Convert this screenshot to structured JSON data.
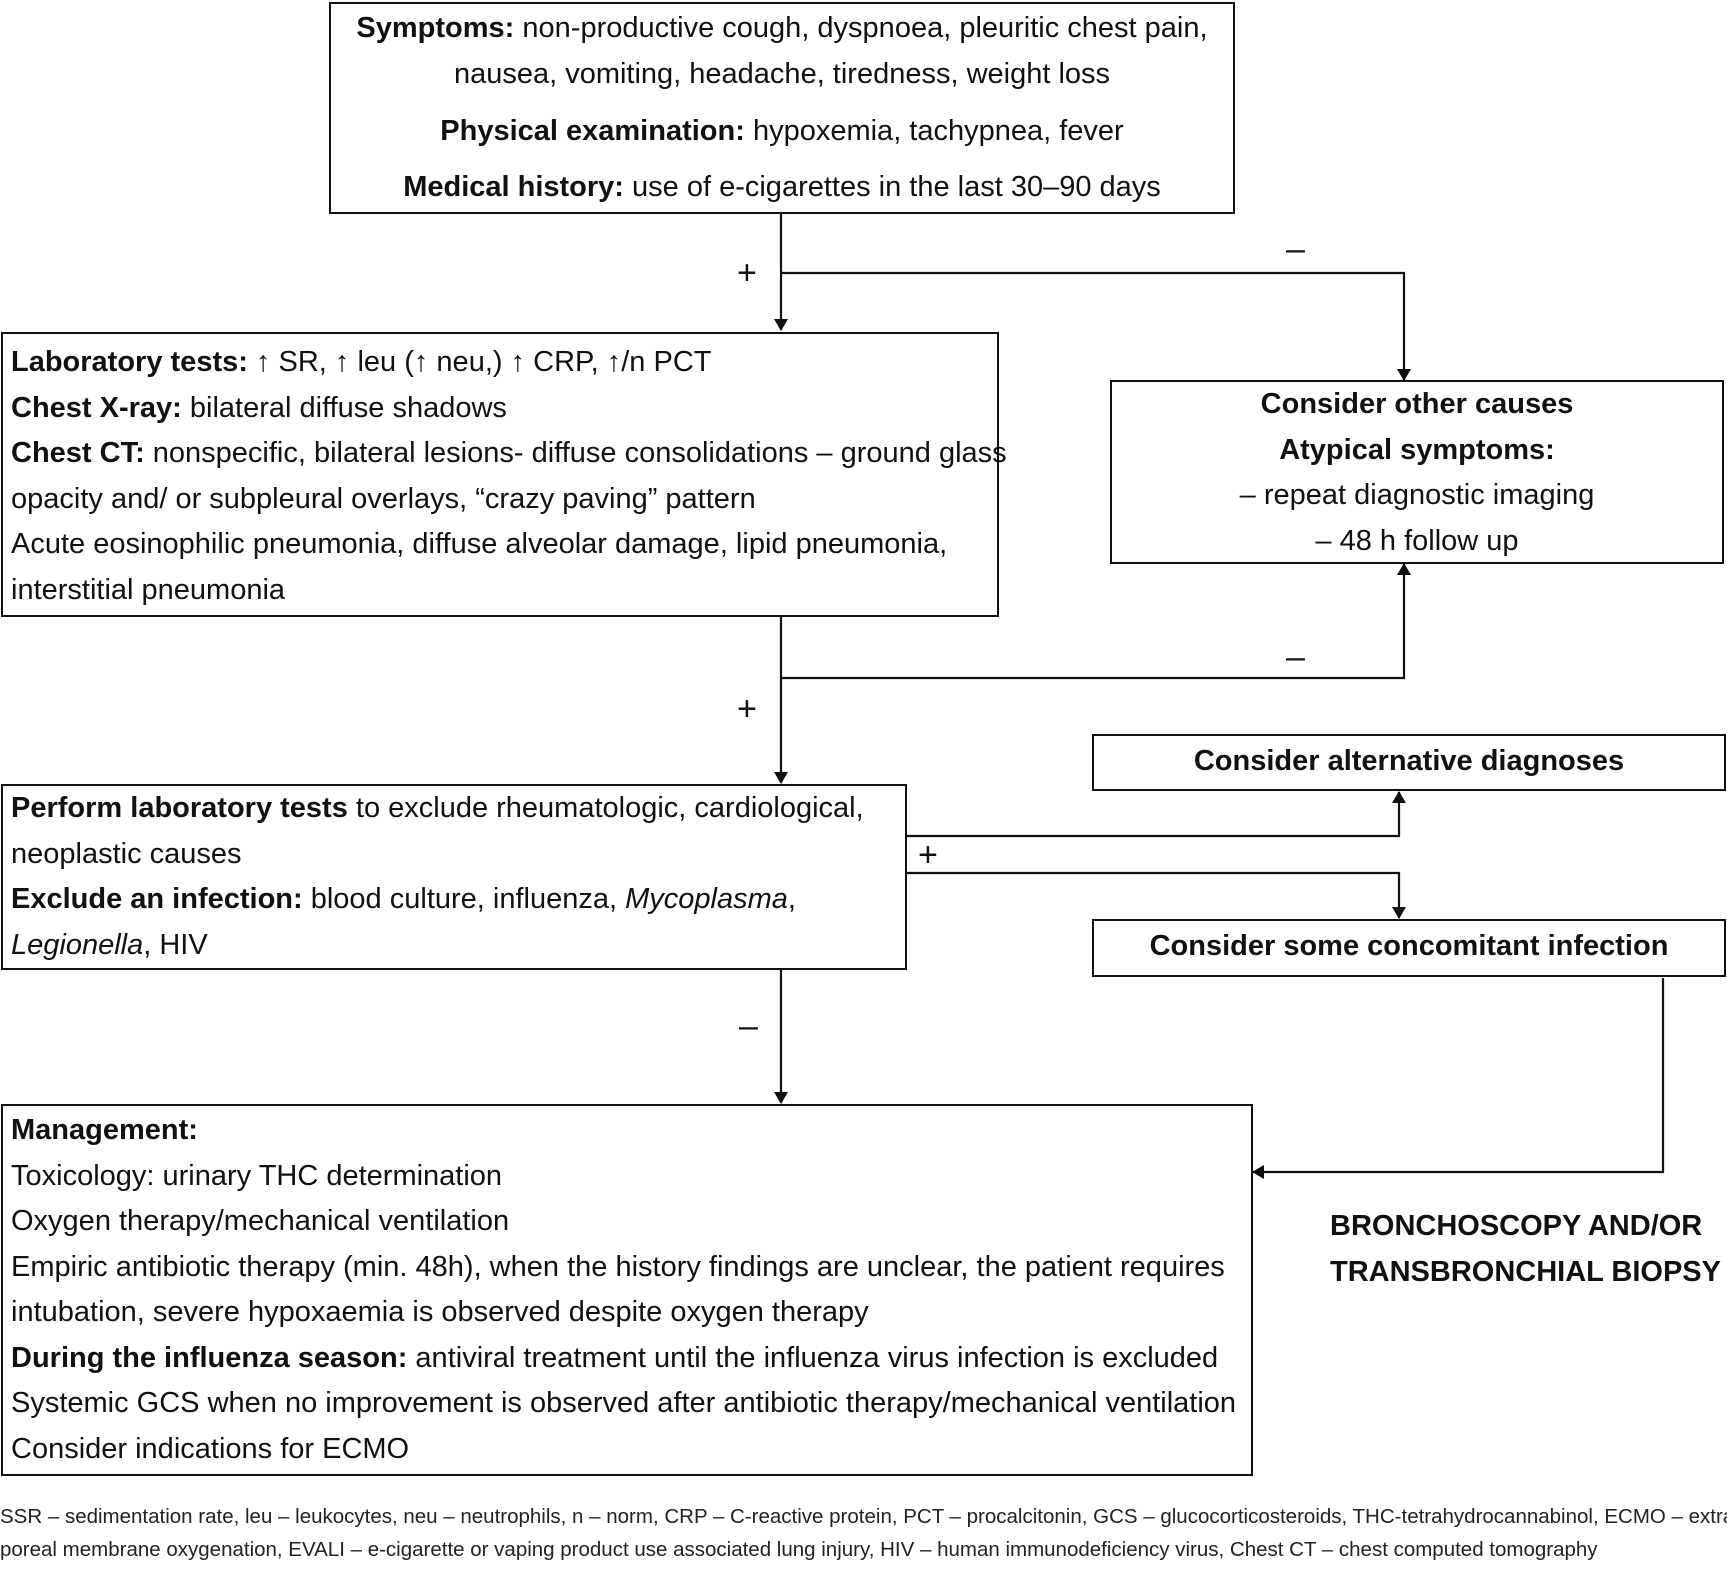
{
  "initial": {
    "symptoms_label": "Symptoms:",
    "symptoms_text_1": " non-productive cough, dyspnoea, pleuritic chest pain,",
    "symptoms_text_2": "nausea, vomiting, headache, tiredness, weight loss",
    "physical_label": "Physical examination:",
    "physical_text": " hypoxemia, tachypnea, fever",
    "history_label": "Medical history:",
    "history_text": " use of e-cigarettes in the last 30–90 days"
  },
  "tests": {
    "lab_label": "Laboratory tests:",
    "lab_text": " ↑ SR, ↑ leu (↑ neu,) ↑ CRP, ↑/n PCT",
    "xray_label": "Chest X-ray:",
    "xray_text": " bilateral diffuse shadows",
    "ct_label": "Chest CT:",
    "ct_text_1": " nonspecific, bilateral lesions- diffuse consolidations – ground glass",
    "ct_text_2": "opacity and/ or subpleural overlays, “crazy paving” pattern",
    "line_5": "Acute eosinophilic pneumonia, diffuse alveolar damage, lipid pneumonia,",
    "line_6": "interstitial pneumonia"
  },
  "other_causes": {
    "title": "Consider other causes",
    "subtitle": "Atypical symptoms:",
    "item_1": "– repeat diagnostic imaging",
    "item_2": "– 48 h follow up"
  },
  "exclude": {
    "perform_label": "Perform laboratory tests",
    "perform_text": " to exclude rheumatologic, cardiological,",
    "perform_text_2": "neoplastic causes",
    "infection_label": "Exclude an infection:",
    "infection_text": " blood culture, influenza, ",
    "mycoplasma": "Mycoplasma",
    "comma": ",",
    "legionella": "Legionella",
    "hiv": ", HIV"
  },
  "alternative": {
    "text": "Consider alternative diagnoses"
  },
  "concomitant": {
    "text": "Consider some concomitant infection"
  },
  "management": {
    "title": "Management:",
    "line_1": "Toxicology: urinary THC determination",
    "line_2": "Oxygen therapy/mechanical ventilation",
    "line_3": "Empiric antibiotic therapy (min. 48h), when the history findings are unclear, the patient requires",
    "line_4": "intubation, severe hypoxaemia is observed despite oxygen therapy",
    "influenza_label": "During the influenza season:",
    "influenza_text": " antiviral treatment until the influenza virus infection is excluded",
    "line_6": "Systemic GCS when no improvement is observed after antibiotic therapy/mechanical ventilation",
    "line_7": "Consider indications for ECMO"
  },
  "bronchoscopy": {
    "line_1": "BRONCHOSCOPY AND/OR",
    "line_2": "TRANSBRONCHIAL BIOPSY"
  },
  "signs": {
    "plus_1": "+",
    "minus_1": "–",
    "plus_2": "+",
    "minus_2": "–",
    "plus_3": "+",
    "minus_3": "–"
  },
  "footnote": {
    "line_1": "SSR – sedimentation rate, leu – leukocytes, neu – neutrophils, n – norm, CRP – C-reactive protein, PCT – procalcitonin, GCS – glucocorticosteroids, THC-tetrahydrocannabinol, ECMO – extracor-",
    "line_2": "poreal membrane oxygenation, EVALI – e-cigarette or vaping product use associated lung injury, HIV – human immunodeficiency virus, Chest CT – chest computed tomography"
  }
}
